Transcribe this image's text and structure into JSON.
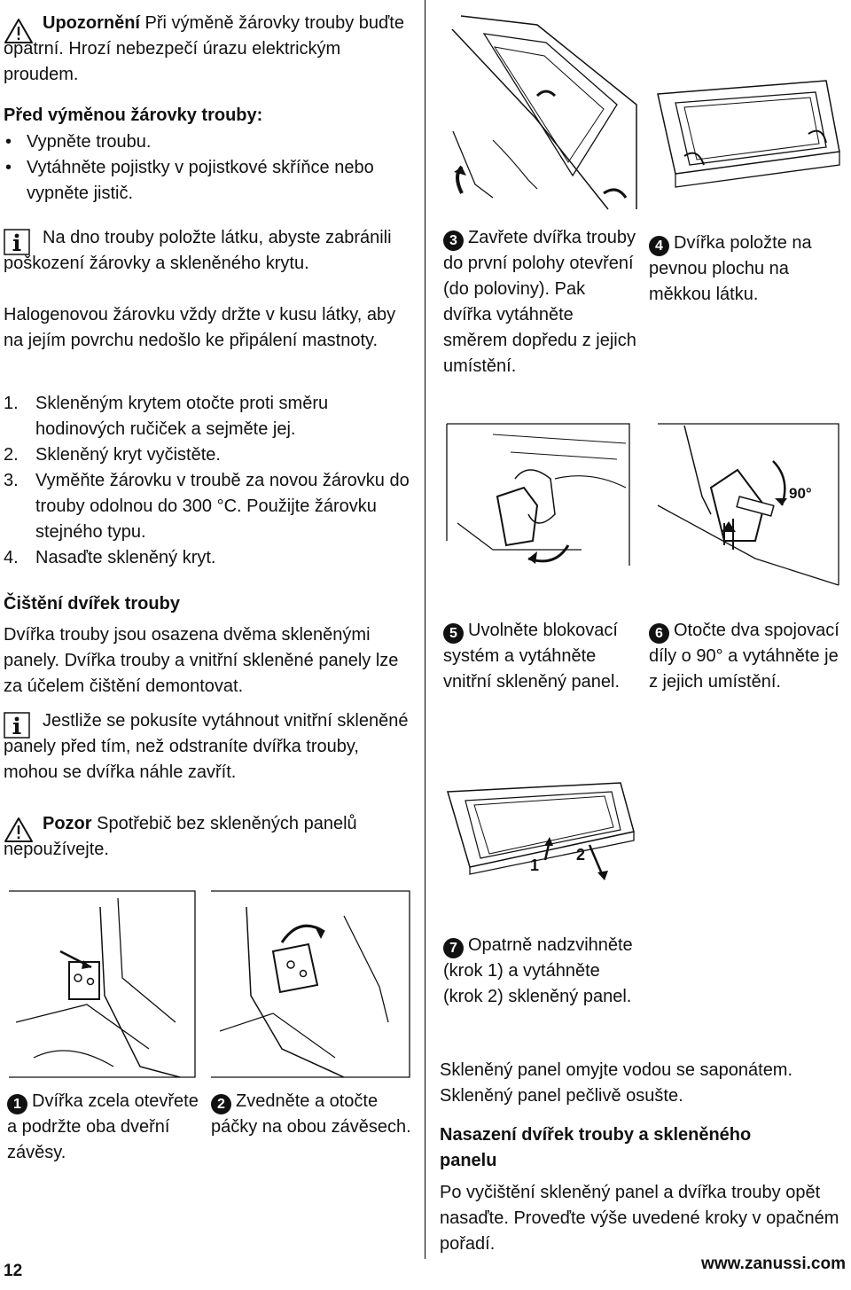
{
  "left": {
    "warning1": {
      "label": "Upozornění",
      "text": " Při výměně žárovky trouby buďte opatrní. Hrozí nebezpečí úrazu elektrickým proudem."
    },
    "before_heading": "Před výměnou žárovky trouby:",
    "bullets": [
      "Vypněte troubu.",
      "Vytáhněte pojistky v pojistkové skříňce nebo vypněte jistič."
    ],
    "info1": "Na dno trouby položte látku, abyste zabránili poškození žárovky a skleněného krytu.",
    "info1_extra": "Halogenovou žárovku vždy držte v kusu látky, aby na jejím povrchu nedošlo ke připálení mastnoty.",
    "steps": [
      {
        "num": "1.",
        "text": "Skleněným krytem otočte proti směru hodinových ručiček a sejměte jej."
      },
      {
        "num": "2.",
        "text": "Skleněný kryt vyčistěte."
      },
      {
        "num": "3.",
        "text": "Vyměňte žárovku v troubě za novou žárovku do trouby odolnou do 300 °C. Použijte žárovku stejného typu."
      },
      {
        "num": "4.",
        "text": "Nasaďte skleněný kryt."
      }
    ],
    "door_heading": "Čištění dvířek trouby",
    "door_text": "Dvířka trouby jsou osazena dvěma skleněnými panely. Dvířka trouby a vnitřní skleněné panely lze za účelem čištění demontovat.",
    "info2": "Jestliže se pokusíte vytáhnout vnitřní skleněné panely před tím, než odstraníte dvířka trouby, mohou se dvířka náhle zavřít.",
    "warning2": {
      "label": "Pozor",
      "text": " Spotřebič bez skleněných panelů nepoužívejte."
    },
    "cap1": {
      "num": "1",
      "text": "Dvířka zcela otevřete a podržte oba dveřní závěsy."
    },
    "cap2": {
      "num": "2",
      "text": "Zvedněte a otočte páčky na obou závěsech."
    }
  },
  "right": {
    "cap3": {
      "num": "3",
      "text": "Zavřete dvířka trouby do první polohy otevření (do poloviny). Pak dvířka vytáhněte směrem dopředu z jejich umístění."
    },
    "cap4": {
      "num": "4",
      "text": "Dvířka položte na pevnou plochu na měkkou látku."
    },
    "cap5": {
      "num": "5",
      "text": "Uvolněte blokovací systém a vytáhněte vnitřní skleněný panel."
    },
    "cap6": {
      "num": "6",
      "text": "Otočte dva spojovací díly o 90° a vytáhněte je z jejich umístění."
    },
    "fig6_label": "90°",
    "fig7_label1": "1",
    "fig7_label2": "2",
    "cap7": {
      "num": "7",
      "text": "Opatrně nadzvihněte (krok 1) a vytáhněte (krok 2) skleněný panel."
    },
    "wash_text": "Skleněný panel omyjte vodou se saponátem. Skleněný panel pečlivě osušte.",
    "mount_heading": "Nasazení dvířek trouby a skleněného panelu",
    "mount_text": "Po vyčištění skleněný panel a dvířka trouby opět nasaďte. Proveďte výše uvedené kroky v opačném pořadí."
  },
  "footer": {
    "page_number": "12",
    "website": "www.zanussi.com"
  }
}
